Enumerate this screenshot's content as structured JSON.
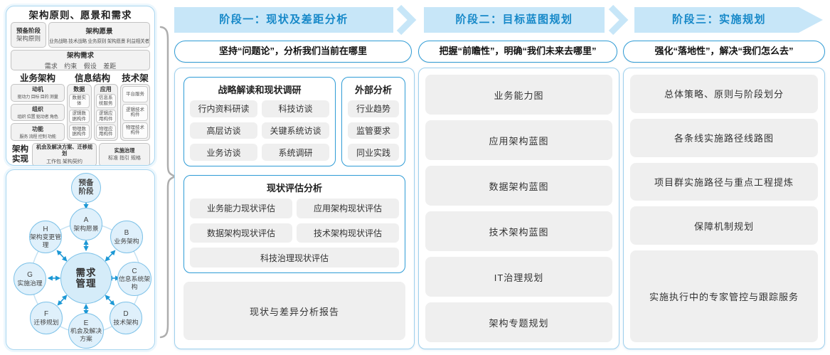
{
  "colors": {
    "band_fill": "#c7e6f8",
    "header_text": "#1688c8",
    "blue_border": "#2f9cd6",
    "panel_border": "#a8d5ef",
    "gray_box": "#efefef",
    "arrow_blue": "#1c98d5",
    "circle_fill": "#dff0fb",
    "circle_border": "#7ec2e8",
    "brace_gray": "#adadad"
  },
  "architecture_panel": {
    "title": "架构原则、愿景和需求",
    "prep": {
      "line1": "预备阶段",
      "line2": "架构原则"
    },
    "vision": {
      "title": "架构愿景",
      "items": "业务战略 技术战略 业务原则 架构愿景 利益相关者"
    },
    "requirements": {
      "title": "架构需求",
      "items": "需求 约束 假设 差距"
    },
    "business": {
      "title": "业务架构",
      "boxes": [
        {
          "title": "动机",
          "items": "驱动力 目标 目的 测量"
        },
        {
          "title": "组织",
          "items": "组织 位置 驱动者 角色"
        },
        {
          "title": "功能",
          "items": "服务 流程 控制 功能"
        }
      ]
    },
    "information": {
      "title": "信息结构",
      "data_col": {
        "title": "数据",
        "items": [
          "数据实体",
          "逻辑数据构件",
          "物理数据构件"
        ]
      },
      "app_col": {
        "title": "应用",
        "items": [
          "信息系统服务",
          "逻辑应用构件",
          "物理应用构件"
        ]
      }
    },
    "technology": {
      "title": "技术架构",
      "items": [
        "平台服务",
        "逻辑技术构件",
        "物理技术构件"
      ]
    },
    "realization": {
      "label": "架构实现",
      "box1": {
        "title": "机会及解决方案、迁移规划",
        "items": "工作包 架构契约"
      },
      "box2": {
        "title": "实施治理",
        "items": "标准 指引 规格"
      }
    }
  },
  "adm_panel": {
    "prep": "预备阶段",
    "center": "需求管理",
    "nodes": [
      {
        "letter": "A",
        "label": "架构愿景"
      },
      {
        "letter": "B",
        "label": "业务架构"
      },
      {
        "letter": "C",
        "label": "信息系统架构"
      },
      {
        "letter": "D",
        "label": "技术架构"
      },
      {
        "letter": "E",
        "label": "机会及解决方案"
      },
      {
        "letter": "F",
        "label": "迁移规划"
      },
      {
        "letter": "G",
        "label": "实施治理"
      },
      {
        "letter": "H",
        "label": "架构变更管理"
      }
    ]
  },
  "phases": [
    {
      "header": "阶段一：现状及差距分析",
      "subtitle": "坚持“问题论”，分析我们当前在哪里",
      "research": {
        "title": "战略解读和现状调研",
        "items": [
          "行内资料研读",
          "科技访谈",
          "高层访谈",
          "关键系统访谈",
          "业务访谈",
          "系统调研"
        ]
      },
      "external": {
        "title": "外部分析",
        "items": [
          "行业趋势",
          "监管要求",
          "同业实践"
        ]
      },
      "assessment": {
        "title": "现状评估分析",
        "items": [
          "业务能力现状评估",
          "应用架构现状评估",
          "数据架构现状评估",
          "技术架构现状评估",
          "科技治理现状评估"
        ]
      },
      "report": "现状与差异分析报告"
    },
    {
      "header": "阶段二：目标蓝图规划",
      "subtitle": "把握“前瞻性”，明确“我们未来去哪里”",
      "items": [
        "业务能力图",
        "应用架构蓝图",
        "数据架构蓝图",
        "技术架构蓝图",
        "IT治理规划",
        "架构专题规划"
      ]
    },
    {
      "header": "阶段三：实施规划",
      "subtitle": "强化“落地性”，解决“我们怎么去”",
      "items": [
        "总体策略、原则与阶段划分",
        "各条线实施路径线路图",
        "项目群实施路径与重点工程提炼",
        "保障机制规划",
        "实施执行中的专家管控与跟踪服务"
      ]
    }
  ]
}
